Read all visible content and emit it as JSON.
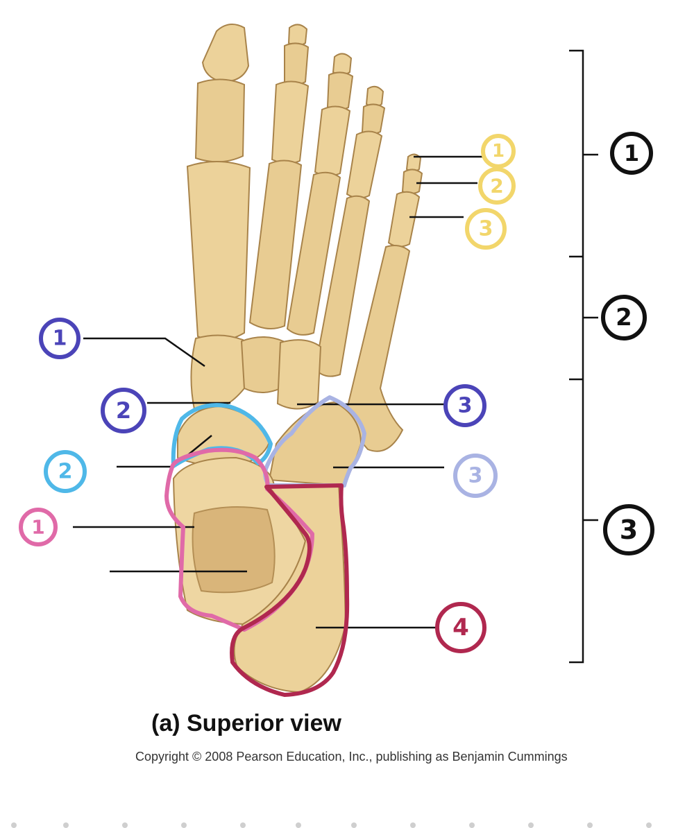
{
  "caption": "(a) Superior view",
  "copyright": "Copyright © 2008 Pearson Education, Inc., publishing as Benjamin Cummings",
  "colors": {
    "bone": "#ecd29a",
    "bone_shadow": "#c9a567",
    "bone_outline": "#a8834a",
    "yellow": "#f2d66b",
    "navy": "#4b44b8",
    "cyan": "#4fb8e8",
    "lavender": "#a9b3e3",
    "pink": "#e06aa8",
    "crimson": "#b0284f",
    "black": "#111111"
  },
  "markers": {
    "phalanx_1": "1",
    "phalanx_2": "2",
    "phalanx_3": "3",
    "region_1": "1",
    "region_2": "2",
    "region_3": "3",
    "tarsal_1": "1",
    "tarsal_2": "2",
    "tarsal_3": "3",
    "navicular_2": "2",
    "cuboid_3": "3",
    "talus_1": "1",
    "calcaneus_4": "4"
  }
}
